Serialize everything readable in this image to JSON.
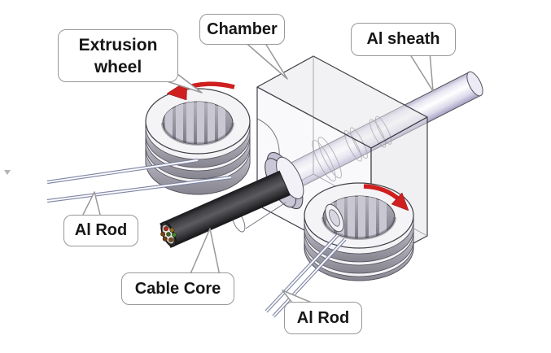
{
  "callouts": {
    "extrusion_wheel": "Extrusion wheel",
    "chamber": "Chamber",
    "al_sheath": "Al sheath",
    "al_rod_left": "Al Rod",
    "cable_core": "Cable Core",
    "al_rod_bottom": "Al Rod"
  },
  "icons": {
    "rotation_arrow_left": "curved-rotation-arrow-counterclockwise",
    "rotation_arrow_right": "curved-rotation-arrow-clockwise"
  },
  "colors": {
    "background": "#ffffff",
    "outline": "#3f3f46",
    "rotation_arrow": "#cf1f1f",
    "callout_border": "#989898",
    "callout_text": "#161616",
    "wheel_band": "#a9a7b2",
    "sheath_tint": "#cfcbe0",
    "cable_body": "#4a4a4e",
    "rod_line": "#7d84a4"
  }
}
